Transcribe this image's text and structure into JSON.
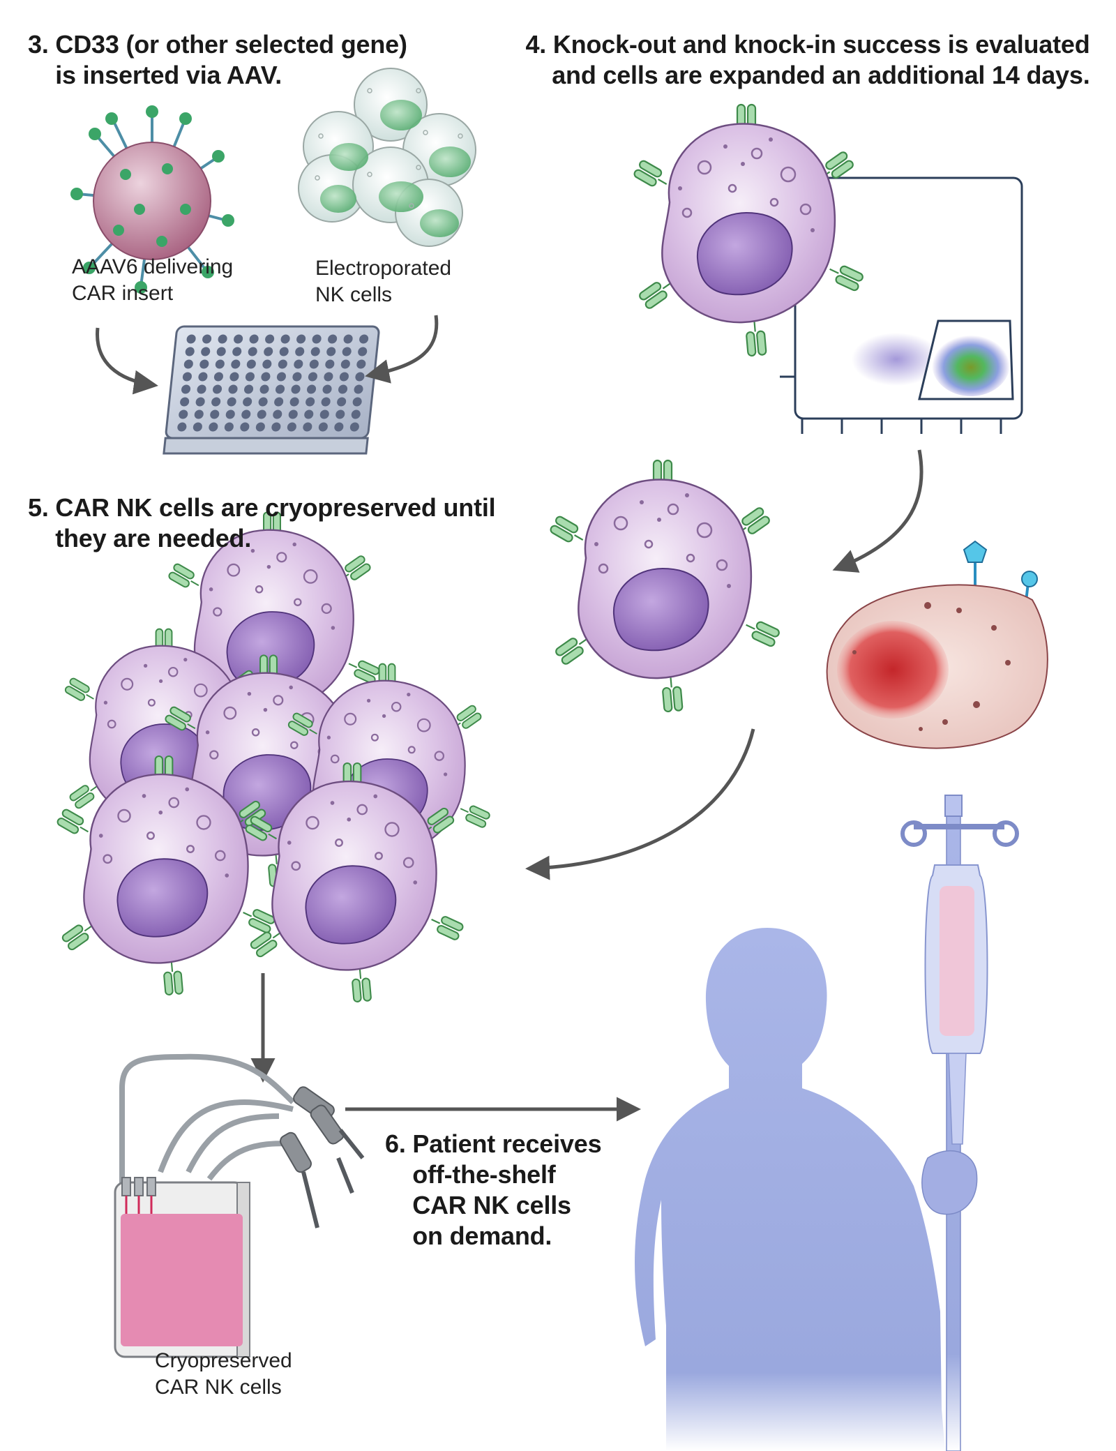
{
  "steps": {
    "step3": "3. CD33 (or other selected gene)\n    is inserted via AAV.",
    "step4": "4. Knock-out and knock-in success is evaluated\n    and cells are expanded an additional 14 days.",
    "step5": "5. CAR NK cells are cryopreserved until\n    they are needed.",
    "step6": "6. Patient receives\n    off-the-shelf\n    CAR NK cells\n    on demand."
  },
  "captions": {
    "aav": "AAAV6 delivering\nCAR insert",
    "electroporated": "Electroporated\nNK cells",
    "cryopreserved": "Cryopreserved\nCAR NK cells"
  },
  "colors": {
    "nk_cell": "#d9bde3",
    "nucleus": "#8a63b8",
    "car_receptor": "#7cc488",
    "virus": "#b87a98",
    "tumor": "#c83232",
    "patient": "#9aa8de",
    "bag": "#e58bb2",
    "arrow": "#555555"
  }
}
